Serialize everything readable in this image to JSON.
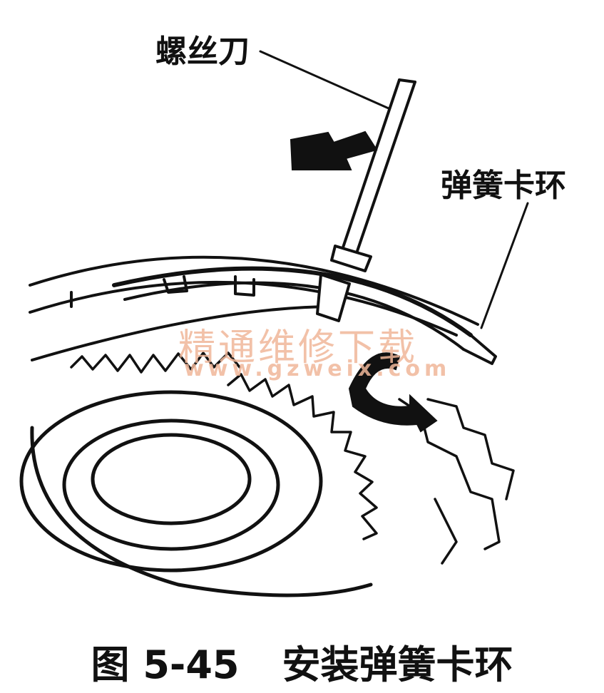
{
  "labels": {
    "screwdriver": "螺丝刀",
    "snap_ring": "弹簧卡环"
  },
  "caption": {
    "figure_number": "图 5-45",
    "title": "安装弹簧卡环"
  },
  "watermark": {
    "text": "精通维修下载",
    "url": "www.gzweix.com"
  },
  "icons": [
    "screwdriver-icon",
    "push-arrow-icon",
    "rotation-arrow-icon",
    "snap-ring-icon",
    "gear-icon"
  ],
  "colors": {
    "ink": "#111111",
    "watermark": "#f0b79a",
    "background": "#ffffff"
  }
}
